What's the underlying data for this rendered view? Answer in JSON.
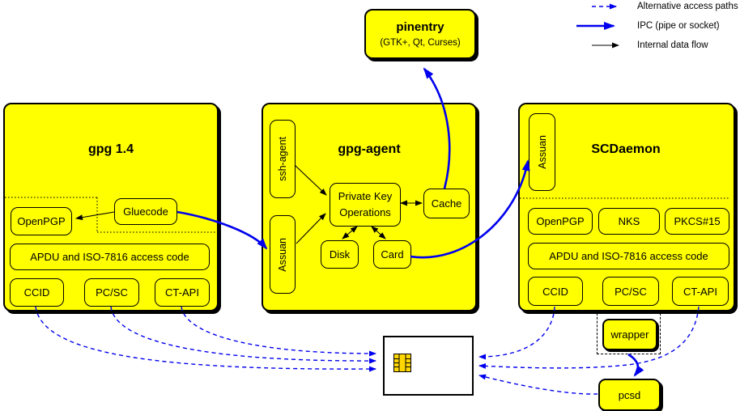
{
  "legend": {
    "items": [
      {
        "label": "Alternative access paths",
        "line_style": "dashed-blue-arrow"
      },
      {
        "label": "IPC (pipe or socket)",
        "line_style": "thick-blue-arrow"
      },
      {
        "label": "Internal data flow",
        "line_style": "thin-black-arrow"
      }
    ]
  },
  "pinentry": {
    "title": "pinentry",
    "subtitle": "(GTK+, Qt, Curses)"
  },
  "gpg14": {
    "title": "gpg 1.4",
    "gluecode": "Gluecode",
    "openpgp": "OpenPGP",
    "apdu": "APDU and ISO-7816 access code",
    "ccid": "CCID",
    "pcsc": "PC/SC",
    "ctapi": "CT-API"
  },
  "gpg_agent": {
    "title": "gpg-agent",
    "ssh_agent": "ssh-agent",
    "assuan": "Assuan",
    "pko_line1": "Private Key",
    "pko_line2": "Operations",
    "cache": "Cache",
    "disk": "Disk",
    "card": "Card"
  },
  "scdaemon": {
    "title": "SCDaemon",
    "assuan": "Assuan",
    "openpgp": "OpenPGP",
    "nks": "NKS",
    "pkcs15": "PKCS#15",
    "apdu": "APDU and ISO-7816 access code",
    "ccid": "CCID",
    "pcsc": "PC/SC",
    "ctapi": "CT-API"
  },
  "wrapper_label": "wrapper",
  "pcsd_label": "pcsd",
  "smartcard": {
    "icon": "smartcard-chip-icon"
  },
  "colors": {
    "box_yellow": "#FFFF00",
    "ipc_blue": "#0000EE",
    "chip_gold": "#FFD700"
  }
}
